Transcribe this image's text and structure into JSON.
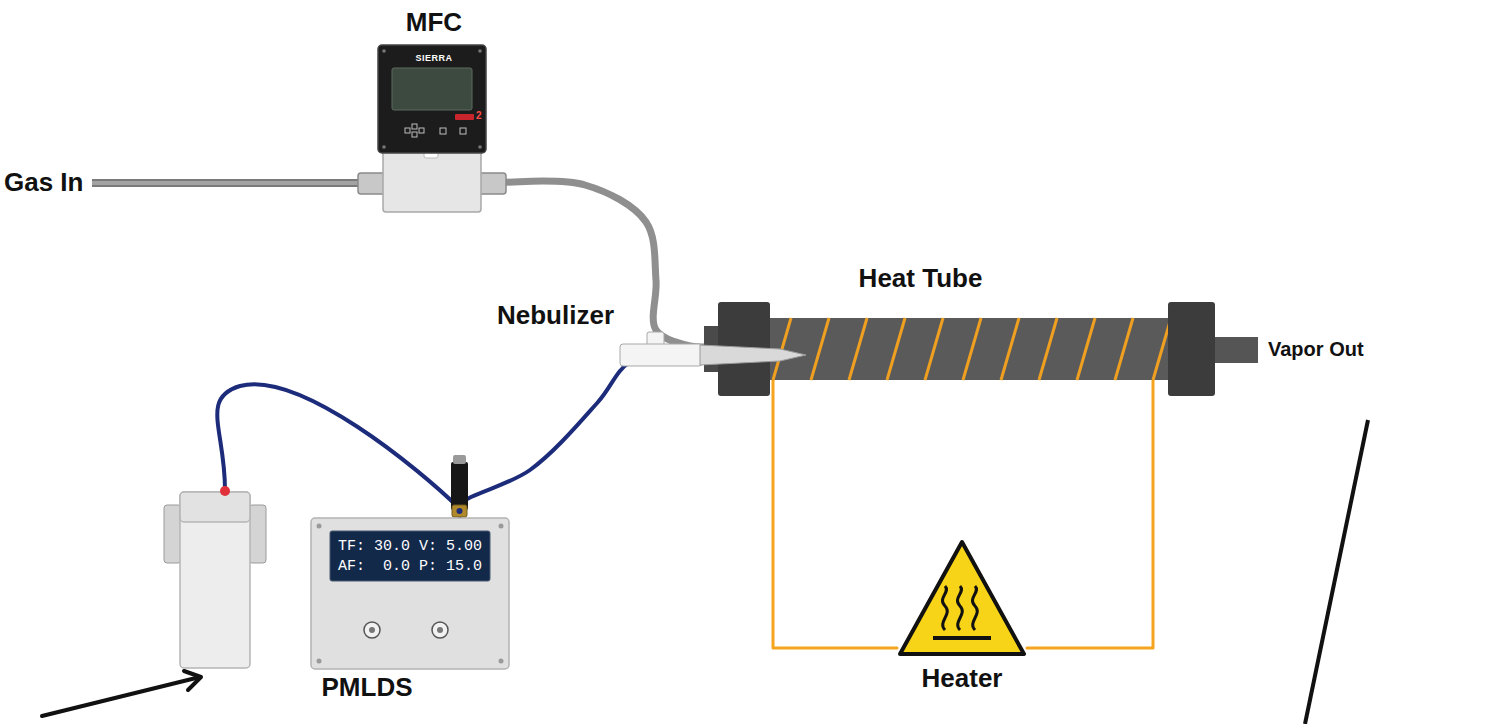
{
  "diagram": {
    "nodes": [
      {
        "text": [
          "MFC",
          "SIERRA"
        ]
      },
      {
        "text": [
          "Heat Tube"
        ]
      },
      {
        "text": [
          "TF: 30.0 V: 5.00",
          "AF:  0.0 P: 15.0"
        ]
      },
      {
        "text": [
          "Heater"
        ]
      }
    ],
    "edges": [
      {
        "from": 0,
        "to": 1,
        "arrow": "none"
      },
      {
        "from": 2,
        "to": 1,
        "arrow": "none"
      },
      {
        "from": 3,
        "to": 1,
        "arrow": "none"
      },
      {
        "from": 3,
        "to": 1,
        "arrow": "none"
      }
    ],
    "labels": [
      "Gas In",
      "Nebulizer",
      "Vapor Out",
      "PMLDS",
      "2"
    ]
  }
}
